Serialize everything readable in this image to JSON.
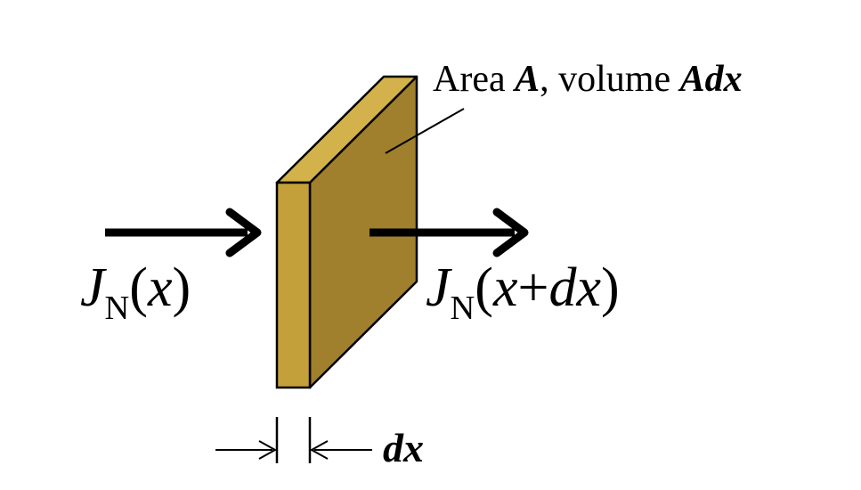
{
  "colors": {
    "slab_front": "#C4A03A",
    "slab_side": "#A07F2D",
    "slab_top": "#D3B24C",
    "outline": "#000000",
    "arrow": "#000000"
  },
  "labels": {
    "area": {
      "prefix": "Area ",
      "area_symbol": "A",
      "middle": ", volume ",
      "volume_symbol": "Adx"
    },
    "flux_in": {
      "symbol": "J",
      "subscript": "N",
      "open": "(",
      "arg": "x",
      "close": ")"
    },
    "flux_out": {
      "symbol": "J",
      "subscript": "N",
      "open": "(",
      "arg_a": "x",
      "plus": "+",
      "arg_b": "dx",
      "close": ")"
    },
    "thickness": "dx"
  }
}
